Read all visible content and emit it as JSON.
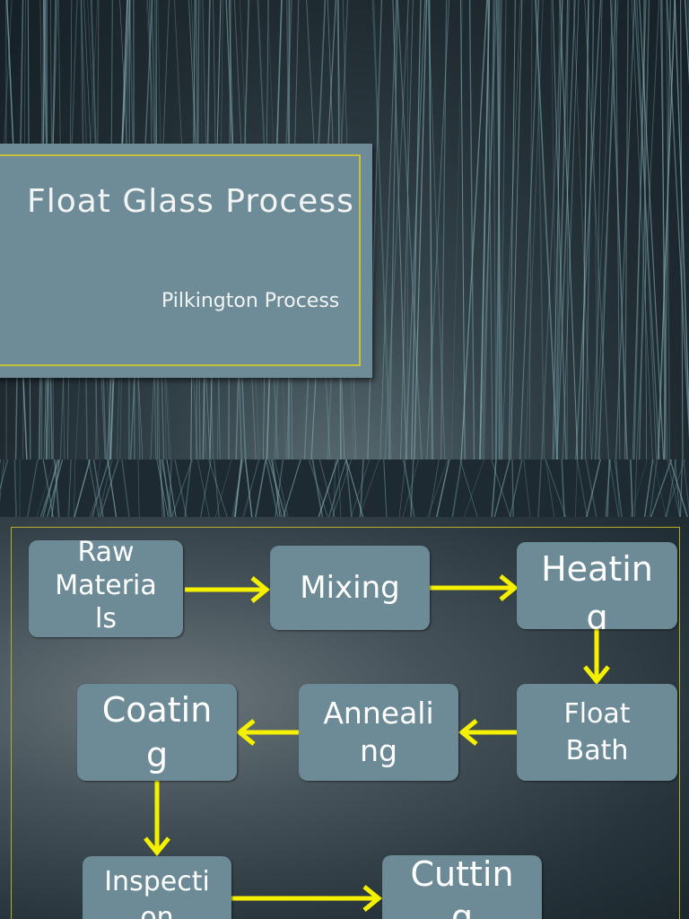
{
  "slide1": {
    "title": "Float Glass Process",
    "subtitle": "Pilkington Process"
  },
  "flow": {
    "nodes": [
      {
        "id": "raw-materials",
        "label": "Raw\nMateria\nls"
      },
      {
        "id": "mixing",
        "label": "Mixing"
      },
      {
        "id": "heating",
        "label": "Heatin\ng"
      },
      {
        "id": "float-bath",
        "label": "Float\nBath"
      },
      {
        "id": "annealing",
        "label": "Anneali\nng"
      },
      {
        "id": "coating",
        "label": "Coatin\ng"
      },
      {
        "id": "inspection",
        "label": "Inspecti\non"
      },
      {
        "id": "cutting",
        "label": "Cuttin\ng"
      }
    ],
    "edges": [
      [
        "raw-materials",
        "mixing"
      ],
      [
        "mixing",
        "heating"
      ],
      [
        "heating",
        "float-bath"
      ],
      [
        "float-bath",
        "annealing"
      ],
      [
        "annealing",
        "coating"
      ],
      [
        "coating",
        "inspection"
      ],
      [
        "inspection",
        "cutting"
      ]
    ]
  },
  "colors": {
    "node_fill": "#6c8b96",
    "arrow": "#f5f000",
    "frame": "#c6c03a",
    "title_panel": "#6d8c98"
  }
}
